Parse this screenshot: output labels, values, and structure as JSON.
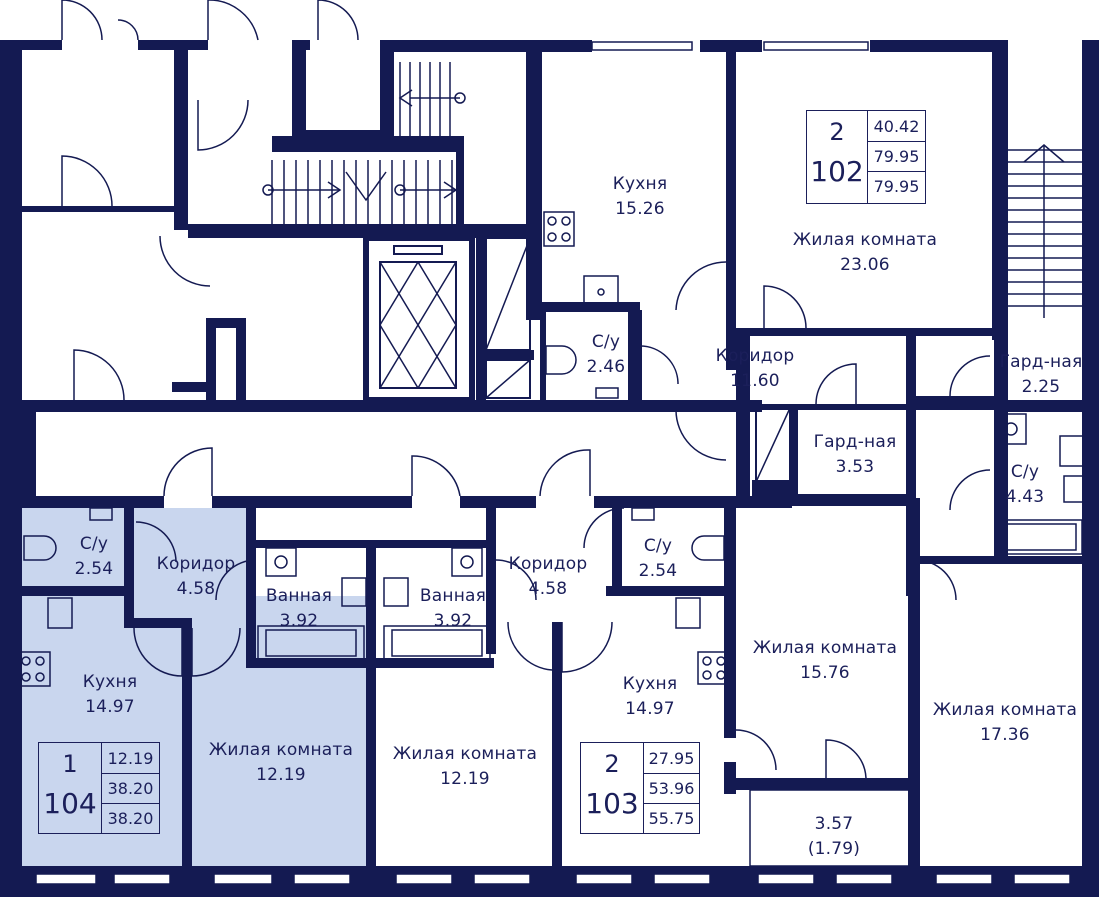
{
  "colors": {
    "wall": "#141a52",
    "highlight": "#c9d6ee",
    "text": "#1b1f5a"
  },
  "rooms": {
    "kitchen_102": {
      "name": "Кухня",
      "area": "15.26"
    },
    "living_102": {
      "name": "Жилая комната",
      "area": "23.06"
    },
    "wc_102": {
      "name": "С/у",
      "area": "2.46"
    },
    "corridor_102": {
      "name": "Коридор",
      "area": "11.60"
    },
    "wardrobe_a": {
      "name": "Гард-ная",
      "area": "2.25"
    },
    "wardrobe_b": {
      "name": "Гард-ная",
      "area": "3.53"
    },
    "wc_right": {
      "name": "С/у",
      "area": "4.43"
    },
    "wc_104": {
      "name": "С/у",
      "area": "2.54"
    },
    "corridor_104": {
      "name": "Коридор",
      "area": "4.58"
    },
    "bath_a": {
      "name": "Ванная",
      "area": "3.92"
    },
    "bath_b": {
      "name": "Ванная",
      "area": "3.92"
    },
    "corridor_103": {
      "name": "Коридор",
      "area": "4.58"
    },
    "wc_103": {
      "name": "С/у",
      "area": "2.54"
    },
    "kitchen_104": {
      "name": "Кухня",
      "area": "14.97"
    },
    "living_104": {
      "name": "Жилая комната",
      "area": "12.19"
    },
    "living_mid": {
      "name": "Жилая комната",
      "area": "12.19"
    },
    "kitchen_103": {
      "name": "Кухня",
      "area": "14.97"
    },
    "living_1576": {
      "name": "Жилая комната",
      "area": "15.76"
    },
    "living_1736": {
      "name": "Жилая комната",
      "area": "17.36"
    },
    "balcony": {
      "area": "3.57",
      "reduced": "(1.79)"
    }
  },
  "apartments": {
    "apt102": {
      "rooms": "2",
      "number": "102",
      "living": "40.42",
      "total": "79.95",
      "total_with_balcony": "79.95"
    },
    "apt104": {
      "rooms": "1",
      "number": "104",
      "living": "12.19",
      "total": "38.20",
      "total_with_balcony": "38.20"
    },
    "apt103": {
      "rooms": "2",
      "number": "103",
      "living": "27.95",
      "total": "53.96",
      "total_with_balcony": "55.75"
    }
  }
}
